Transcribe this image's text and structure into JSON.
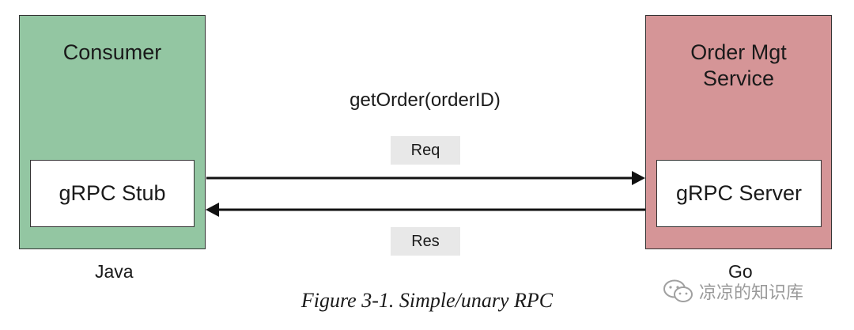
{
  "consumer": {
    "title": "Consumer",
    "inner_label": "gRPC Stub",
    "language": "Java"
  },
  "server": {
    "title_line1": "Order Mgt",
    "title_line2": "Service",
    "inner_label": "gRPC Server",
    "language": "Go"
  },
  "call": {
    "label": "getOrder(orderID)",
    "request_label": "Req",
    "response_label": "Res"
  },
  "caption": "Figure 3-1. Simple/unary RPC",
  "watermark": {
    "text": "凉凉的知识库",
    "icon": "wechat-icon"
  },
  "colors": {
    "consumer_fill": "#93c6a2",
    "server_fill": "#d59597",
    "pill_fill": "#e8e8e8"
  }
}
